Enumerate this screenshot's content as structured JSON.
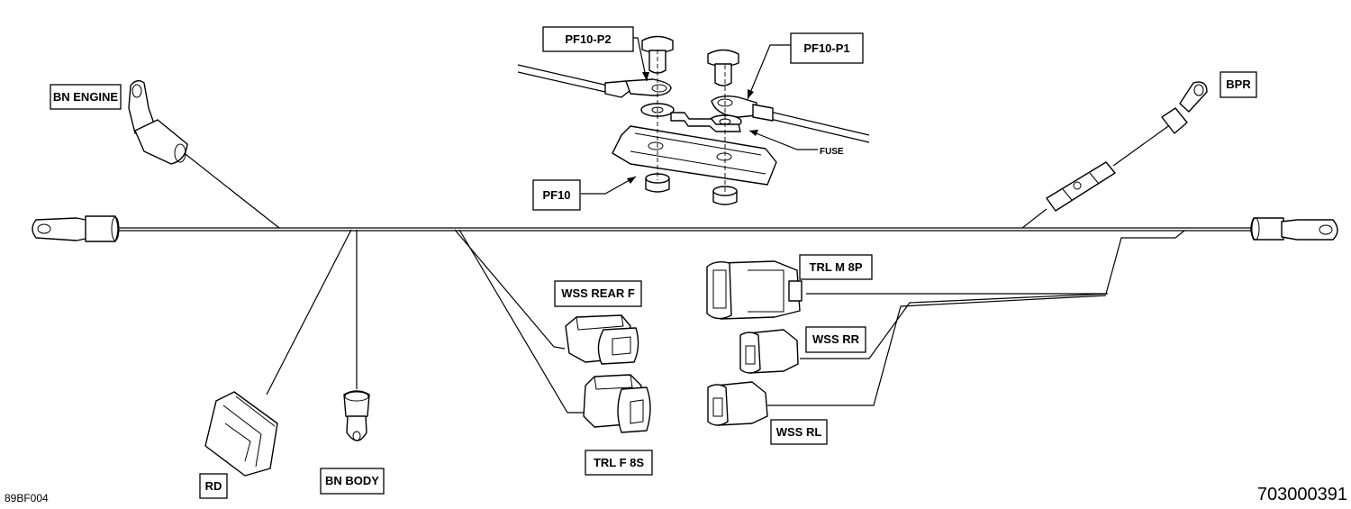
{
  "labels": {
    "bn_engine": "BN ENGINE",
    "pf10_p2": "PF10-P2",
    "pf10_p1": "PF10-P1",
    "fuse": "FUSE",
    "pf10": "PF10",
    "bpr": "BPR",
    "wss_rear_f": "WSS REAR F",
    "trl_m_8p": "TRL M 8P",
    "wss_rr": "WSS RR",
    "wss_rl": "WSS RL",
    "trl_f_8s": "TRL F 8S",
    "rd": "RD",
    "bn_body": "BN BODY"
  },
  "footer": {
    "figure_code": "89BF004",
    "part_number": "703000391"
  }
}
